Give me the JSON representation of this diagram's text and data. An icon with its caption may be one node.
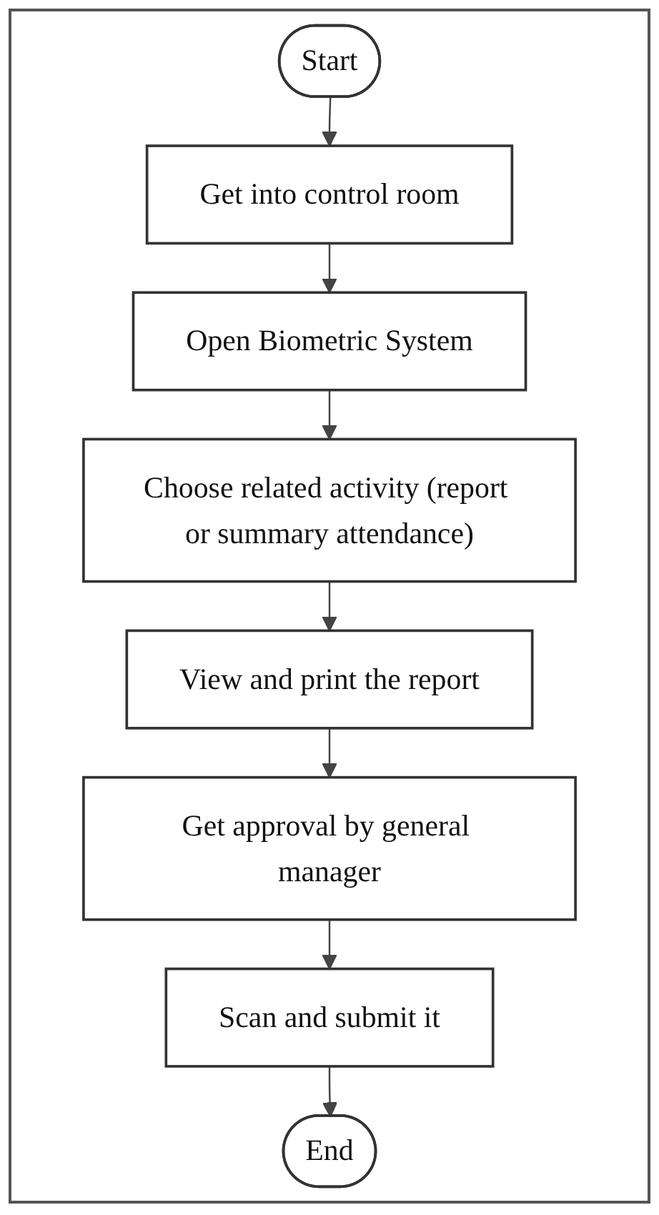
{
  "diagram": {
    "nodes": [
      {
        "text": [
          "Start"
        ]
      },
      {
        "text": [
          "Get into control room"
        ]
      },
      {
        "text": [
          "Open Biometric System"
        ]
      },
      {
        "text": [
          "Choose related activity (report or summary attendance)"
        ]
      },
      {
        "text": [
          "View and print the report"
        ]
      },
      {
        "text": [
          "Get approval by general manager"
        ]
      },
      {
        "text": [
          "Scan and submit it"
        ]
      },
      {
        "text": [
          "End"
        ]
      }
    ],
    "edges": [
      {
        "from": 0,
        "to": 1,
        "arrow": "to"
      },
      {
        "from": 1,
        "to": 2,
        "arrow": "to"
      },
      {
        "from": 2,
        "to": 3,
        "arrow": "to"
      },
      {
        "from": 3,
        "to": 4,
        "arrow": "to"
      },
      {
        "from": 4,
        "to": 5,
        "arrow": "to"
      },
      {
        "from": 5,
        "to": 6,
        "arrow": "to"
      },
      {
        "from": 6,
        "to": 7,
        "arrow": "to"
      }
    ]
  }
}
